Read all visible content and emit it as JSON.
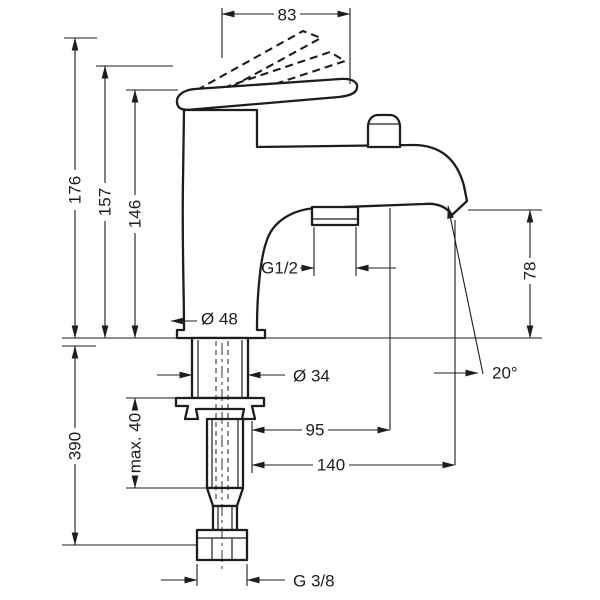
{
  "drawing": {
    "kind": "technical-dimension-drawing",
    "subject": "bath mixer tap, side elevation with mounting parts"
  },
  "colors": {
    "ink": "#1d1d1b",
    "background": "#ffffff"
  },
  "dimensions": {
    "width_83": "83",
    "height_176": "176",
    "height_157": "157",
    "height_146": "146",
    "height_390": "390",
    "max_40": "max. 40",
    "height_78": "78",
    "angle_20": "20°",
    "thread_g12": "G1/2",
    "dia_48": "Ø 48",
    "dia_34": "Ø 34",
    "dist_95": "95",
    "dist_140": "140",
    "thread_g38": "G 3/8"
  }
}
